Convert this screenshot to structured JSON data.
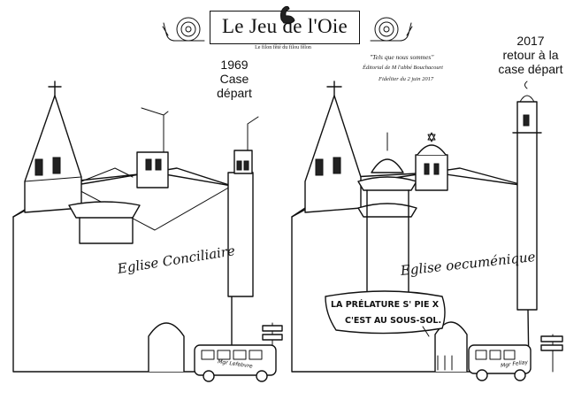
{
  "header": {
    "title": "Le Jeu de l'Oie",
    "subtitle": "Le filon fêté du filou fêlon",
    "quote": "\"Tels que nous sommes\"",
    "editorial": "Éditorial de M l'abbé Bouchacourt",
    "source": "Fideliter du 2 juin 2017"
  },
  "left_panel": {
    "caption_line1": "1969",
    "caption_line2": "Case départ",
    "church_label": "Eglise Conciliaire",
    "bus_label": "Mgr Lefebvre"
  },
  "right_panel": {
    "caption_line1": "2017",
    "caption_line2": "retour à la",
    "caption_line3": "case départ",
    "church_label": "Eglise oecuménique",
    "speech_line1": "LA PRÉLATURE S' PIE X",
    "speech_line2": "C'EST AU SOUS-SOL.",
    "bus_label": "Mgr Fellay"
  }
}
